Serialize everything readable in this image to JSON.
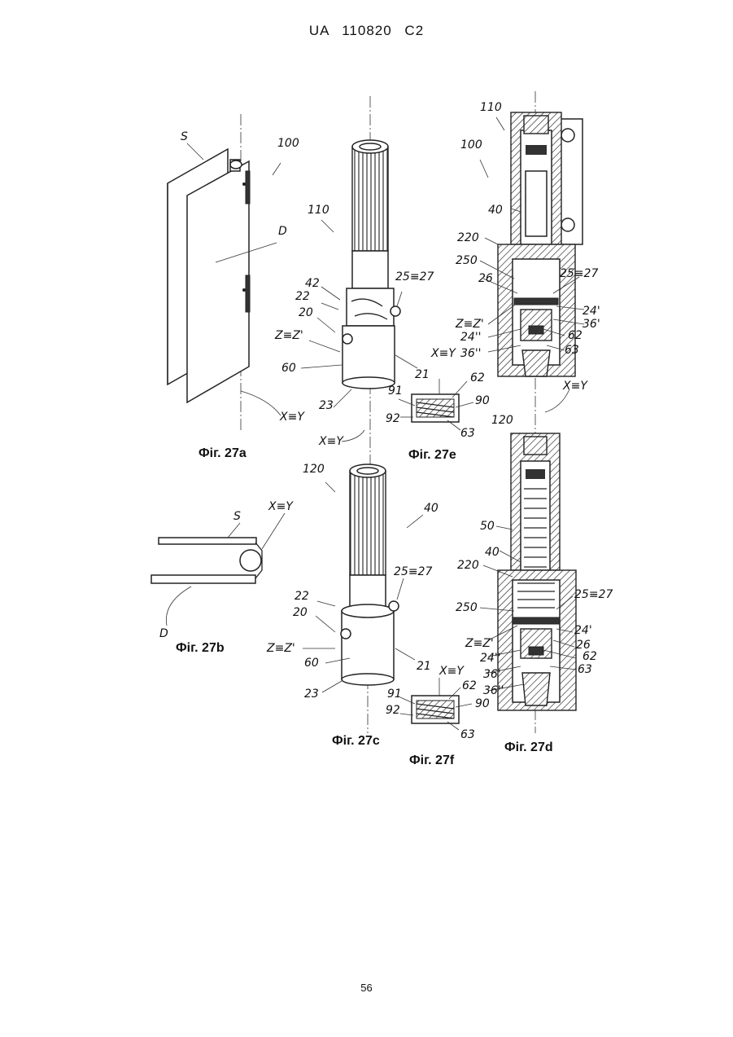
{
  "header": {
    "text": "UA   110820   C2"
  },
  "page_number": "56",
  "captions": {
    "fig27a": "Фіг. 27a",
    "fig27b": "Фіг. 27b",
    "fig27c": "Фіг. 27c",
    "fig27d": "Фіг. 27d",
    "fig27e": "Фіг. 27e",
    "fig27f": "Фіг. 27f"
  },
  "labels": {
    "a_s": "S",
    "a_100": "100",
    "a_d": "D",
    "a_xy": "X≡Y",
    "c1_110": "110",
    "c1_42": "42",
    "c1_22": "22",
    "c1_20": "20",
    "c1_zz": "Z≡Z'",
    "c1_60": "60",
    "c1_2527": "25≡27",
    "c1_21": "21",
    "c1_23": "23",
    "c1_xy": "X≡Y",
    "e_xy": "X≡Y",
    "e_62": "62",
    "e_91": "91",
    "e_90": "90",
    "e_92": "92",
    "e_63": "63",
    "d1_110": "110",
    "d1_100": "100",
    "d1_40": "40",
    "d1_220": "220",
    "d1_250": "250",
    "d1_26": "26",
    "d1_2527": "25≡27",
    "d1_zz": "Z≡Z'",
    "d1_24p": "24'",
    "d1_36p": "36'",
    "d1_24pp": "24''",
    "d1_62": "62",
    "d1_36pp": "36''",
    "d1_63": "63",
    "d1_xy": "X≡Y",
    "d1_120": "120",
    "b_s": "S",
    "b_xy": "X≡Y",
    "b_d": "D",
    "c2_120": "120",
    "c2_40": "40",
    "c2_2527": "25≡27",
    "c2_22": "22",
    "c2_20": "20",
    "c2_zz": "Z≡Z'",
    "c2_60": "60",
    "c2_21": "21",
    "c2_23": "23",
    "f_xy": "X≡Y",
    "f_62": "62",
    "f_91": "91",
    "f_90": "90",
    "f_92": "92",
    "f_63": "63",
    "d2_50": "50",
    "d2_40": "40",
    "d2_220": "220",
    "d2_2527": "25≡27",
    "d2_250": "250",
    "d2_zz": "Z≡Z'",
    "d2_24p": "24'",
    "d2_26": "26",
    "d2_24pp": "24''",
    "d2_62": "62",
    "d2_36p": "36'",
    "d2_63": "63",
    "d2_36pp": "36''"
  }
}
